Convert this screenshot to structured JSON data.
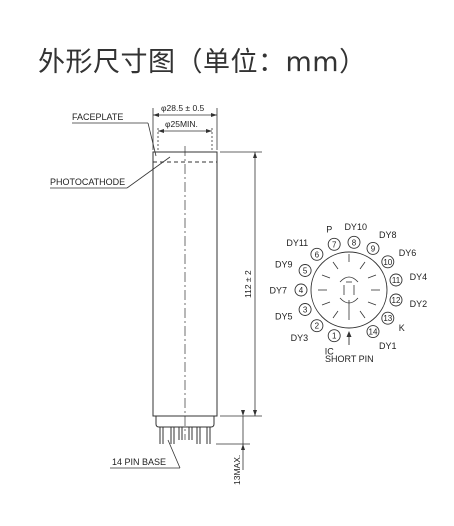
{
  "title": "外形尺寸图（单位：mm）",
  "tube": {
    "faceplate_label": "FACEPLATE",
    "photocathode_label": "PHOTOCATHODE",
    "base_label": "14 PIN BASE",
    "dim_outer_diameter": "φ28.5 ± 0.5",
    "dim_cathode_diameter": "φ25MIN.",
    "dim_length": "112 ± 2",
    "dim_pin_length": "13MAX."
  },
  "pin_diagram": {
    "short_pin_label": "SHORT PIN",
    "pins": [
      {
        "number": "1",
        "label": "IC"
      },
      {
        "number": "2",
        "label": "DY3"
      },
      {
        "number": "3",
        "label": "DY5"
      },
      {
        "number": "4",
        "label": "DY7"
      },
      {
        "number": "5",
        "label": "DY9"
      },
      {
        "number": "6",
        "label": "DY11"
      },
      {
        "number": "7",
        "label": "P"
      },
      {
        "number": "8",
        "label": "DY10"
      },
      {
        "number": "9",
        "label": "DY8"
      },
      {
        "number": "10",
        "label": "DY6"
      },
      {
        "number": "11",
        "label": "DY4"
      },
      {
        "number": "12",
        "label": "DY2"
      },
      {
        "number": "13",
        "label": "K"
      },
      {
        "number": "14",
        "label": "DY1"
      }
    ]
  }
}
